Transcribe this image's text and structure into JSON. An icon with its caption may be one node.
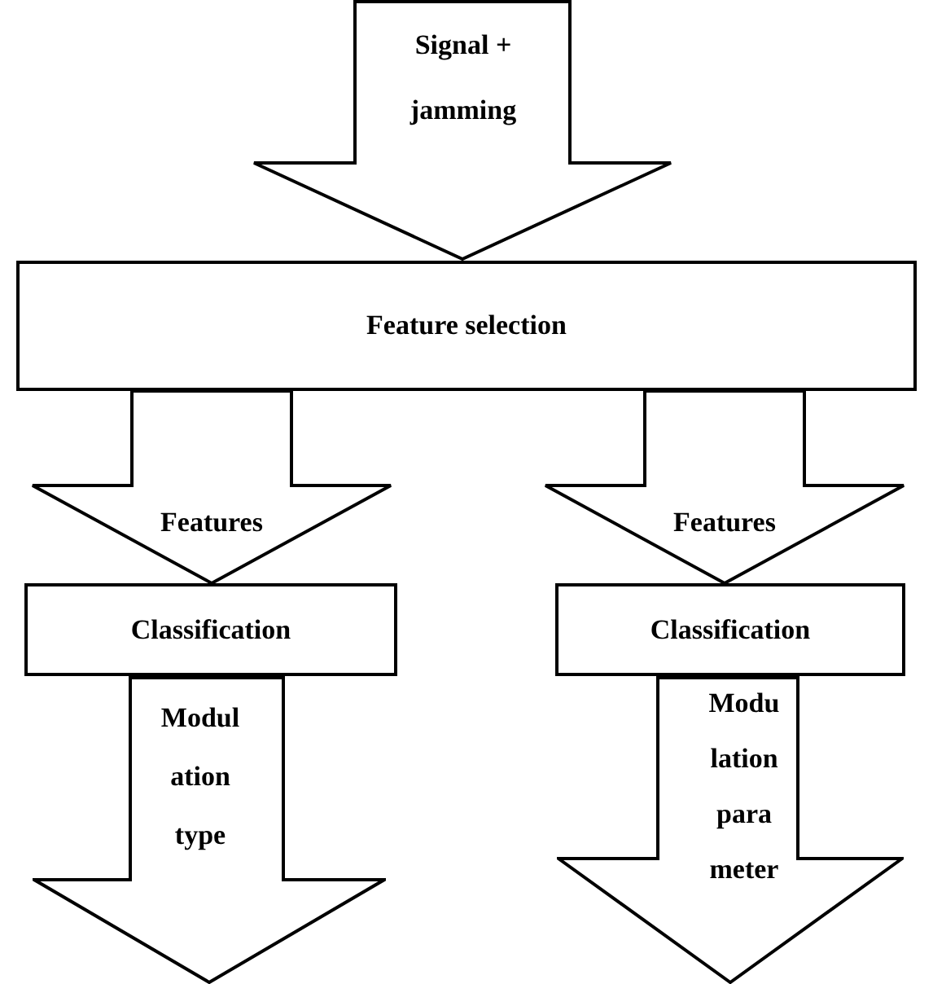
{
  "diagram": {
    "nodes": [
      {
        "text": [
          "Signal + jamming"
        ]
      },
      {
        "text": [
          "Feature selection"
        ]
      },
      {
        "text": [
          "Classification"
        ]
      },
      {
        "text": [
          "Classification"
        ]
      },
      {
        "text": [
          "Modul ation type"
        ]
      },
      {
        "text": [
          "Modu lation para meter"
        ]
      }
    ],
    "edges": [
      {
        "from": 1,
        "to": 2,
        "arrow": "to",
        "label": "Features",
        "style": "thick"
      },
      {
        "from": 1,
        "to": 3,
        "arrow": "to",
        "label": "Features",
        "style": "thick"
      }
    ]
  }
}
